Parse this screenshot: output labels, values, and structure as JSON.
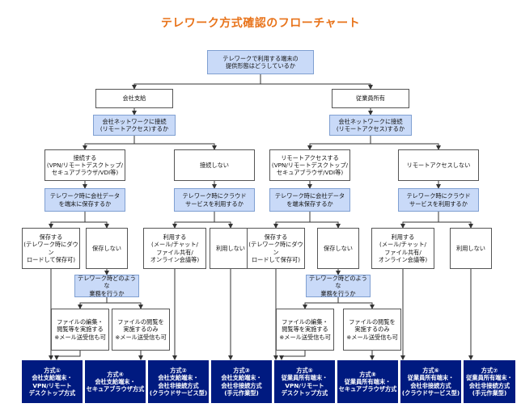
{
  "title": "テレワーク方式確認のフローチャート",
  "colors": {
    "title": "#e8731a",
    "question_fill": "#c9daf8",
    "question_border": "#7f9fd1",
    "result_fill": "#001a80",
    "line": "#333333"
  },
  "nodes": {
    "root": "テレワークで利用する端末の\n提供形態はどうしているか",
    "company": "会社支給",
    "employee": "従業員所有",
    "q_net_c": "会社ネットワークに接続\n(リモートアクセス)するか",
    "q_net_e": "会社ネットワークに接続\n(リモートアクセス)するか",
    "c_connect": "接続する\n(VPN/リモートデスクトップ/\nセキュアブラウザ/VDI等)",
    "c_noconnect": "接続しない",
    "e_connect": "リモートアクセスする\n(VPN/リモートデスクトップ/\nセキュアブラウザ/VDI等)",
    "e_noconnect": "リモートアクセスしない",
    "q_save_c": "テレワーク時に会社データ\nを端末に保存するか",
    "q_cloud_c": "テレワーク時にクラウド\nサービスを利用するか",
    "q_save_e": "テレワーク時に会社データ\nを端末保存するか",
    "q_cloud_e": "テレワーク時にクラウド\nサービスを利用するか",
    "c_save": "保存する\n(テレワーク時にダウン\nロードして保存可)",
    "c_nosave": "保存しない",
    "c_use": "利用する\n(メール/チャット/\nファイル共有/\nオンライン会議等)",
    "c_nouse": "利用しない",
    "e_save": "保存する\n(テレワーク時にダウン\nロードして保存可)",
    "e_nosave": "保存しない",
    "e_use": "利用する\n(メール/チャット/\nファイル共有/\nオンライン会議等)",
    "e_nouse": "利用しない",
    "q_work_c": "テレワーク時どのような\n業務を行うか",
    "q_work_e": "テレワーク時どのような\n業務を行うか",
    "c_edit": "ファイルの編集・\n閲覧等を実施する\n※メール送受信も可",
    "c_view": "ファイルの閲覧を\n実施するのみ\n※メール送受信も可",
    "e_edit": "ファイルの編集・\n閲覧等を実施する\n※メール送受信も可",
    "e_view": "ファイルの閲覧を\n実施するのみ\n※メール送受信も可"
  },
  "results": [
    "方式①\n会社支給端末・\nVPN/リモート\nデスクトップ方式",
    "方式④\n会社支給端末・\nセキュアブラウザ方式",
    "方式②\n会社支給端末・\n会社非接続方式\n(クラウドサービス型)",
    "方式③\n会社支給端末・\n会社非接続方式\n(手元作業型)",
    "方式⑤\n従業員所有端末・\nVPN/リモート\nデスクトップ方式",
    "方式⑧\n従業員所有端末・\nセキュアブラウザ方式",
    "方式⑥\n従業員所有端末・\n会社非接続方式\n(クラウドサービス型)",
    "方式⑦\n従業員所有端末・\n会社非接続方式\n(手元作業型)"
  ]
}
